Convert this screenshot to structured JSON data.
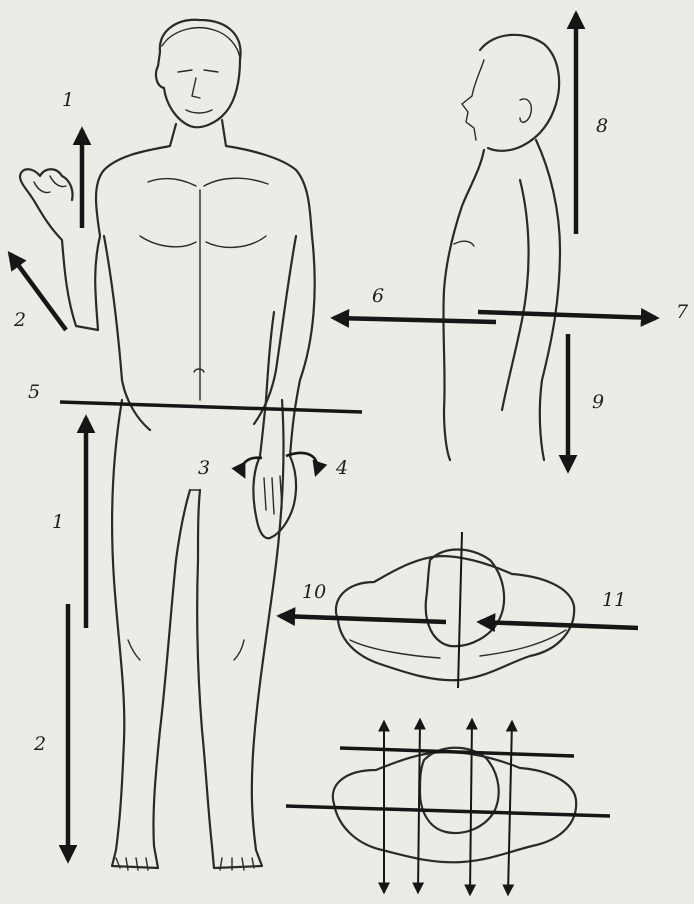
{
  "labels": {
    "l1_arm": "1",
    "l2_arm": "2",
    "l3": "3",
    "l4": "4",
    "l5": "5",
    "l1_leg": "1",
    "l2_leg": "2",
    "l6": "6",
    "l7": "7",
    "l8": "8",
    "l9": "9",
    "l10": "10",
    "l11": "11"
  },
  "colors": {
    "paper": "#ecebe6",
    "ink": "#161616"
  }
}
